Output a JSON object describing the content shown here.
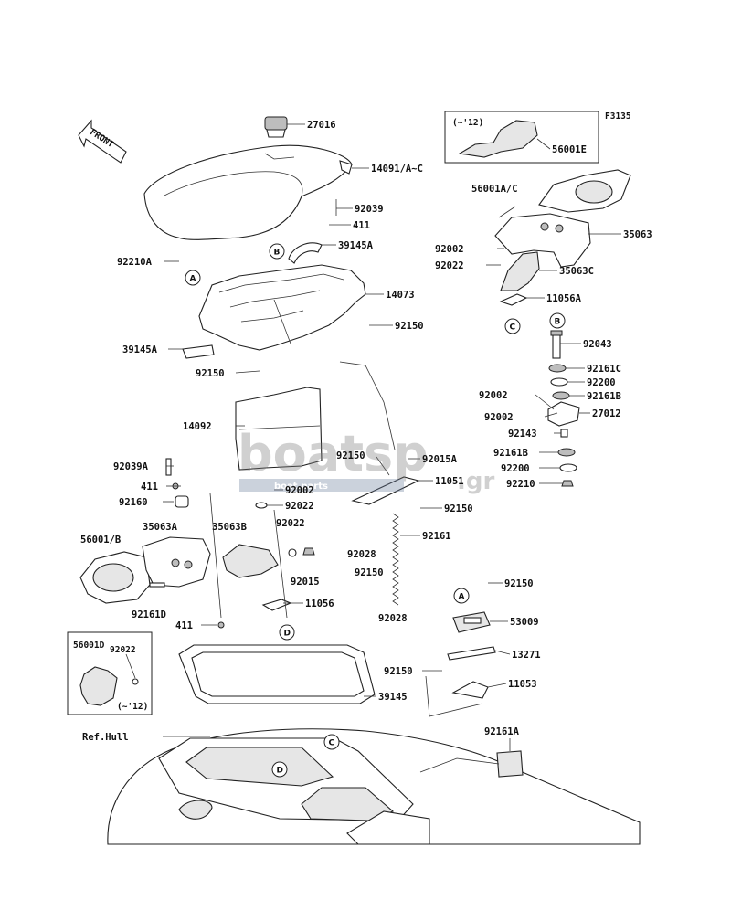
{
  "figure_code": "F3135",
  "front_label": "FRONT",
  "inset_note": "(~'12)",
  "ref_hull": "Ref.Hull",
  "watermark": {
    "brand": "boatsp",
    "suffix": ".gr",
    "tagline": "boat.parts"
  },
  "ref_markers": [
    "A",
    "B",
    "C",
    "D"
  ],
  "part_labels": {
    "p27016": "27016",
    "p14091": "14091/A~C",
    "p92039_top": "92039",
    "p411_top": "411",
    "p39145A_top": "39145A",
    "p92210A": "92210A",
    "p14073": "14073",
    "p92150_a": "92150",
    "p39145A_left": "39145A",
    "p92150_b": "92150",
    "p14092": "14092",
    "p92150_c": "92150",
    "p92015A": "92015A",
    "p11051": "11051",
    "p92150_d": "92150",
    "p92161": "92161",
    "p92028_a": "92028",
    "p92150_e": "92150",
    "p92028_b": "92028",
    "p92039A": "92039A",
    "p411_mid": "411",
    "p92002_mid": "92002",
    "p92160": "92160",
    "p92022_mid": "92022",
    "p56001B": "56001/B",
    "p35063A": "35063A",
    "p35063B": "35063B",
    "p92022_low": "92022",
    "p92015": "92015",
    "p11056": "11056",
    "p92161D": "92161D",
    "p411_low": "411",
    "p56001D": "56001D",
    "p92022_inset": "92022",
    "p39145": "39145",
    "p56001E": "56001E",
    "p56001AC": "56001A/C",
    "p35063": "35063",
    "p92002_r1": "92002",
    "p92022_r": "92022",
    "p35063C": "35063C",
    "p11056A": "11056A",
    "p92043": "92043",
    "p92161C": "92161C",
    "p92200_a": "92200",
    "p92002_r2": "92002",
    "p92161B_a": "92161B",
    "p92002_r3": "92002",
    "p27012": "27012",
    "p92143": "92143",
    "p92161B_b": "92161B",
    "p92200_b": "92200",
    "p92210": "92210",
    "p92150_f": "92150",
    "p53009": "53009",
    "p13271": "13271",
    "p92150_g": "92150",
    "p11053": "11053",
    "p92161A": "92161A"
  }
}
